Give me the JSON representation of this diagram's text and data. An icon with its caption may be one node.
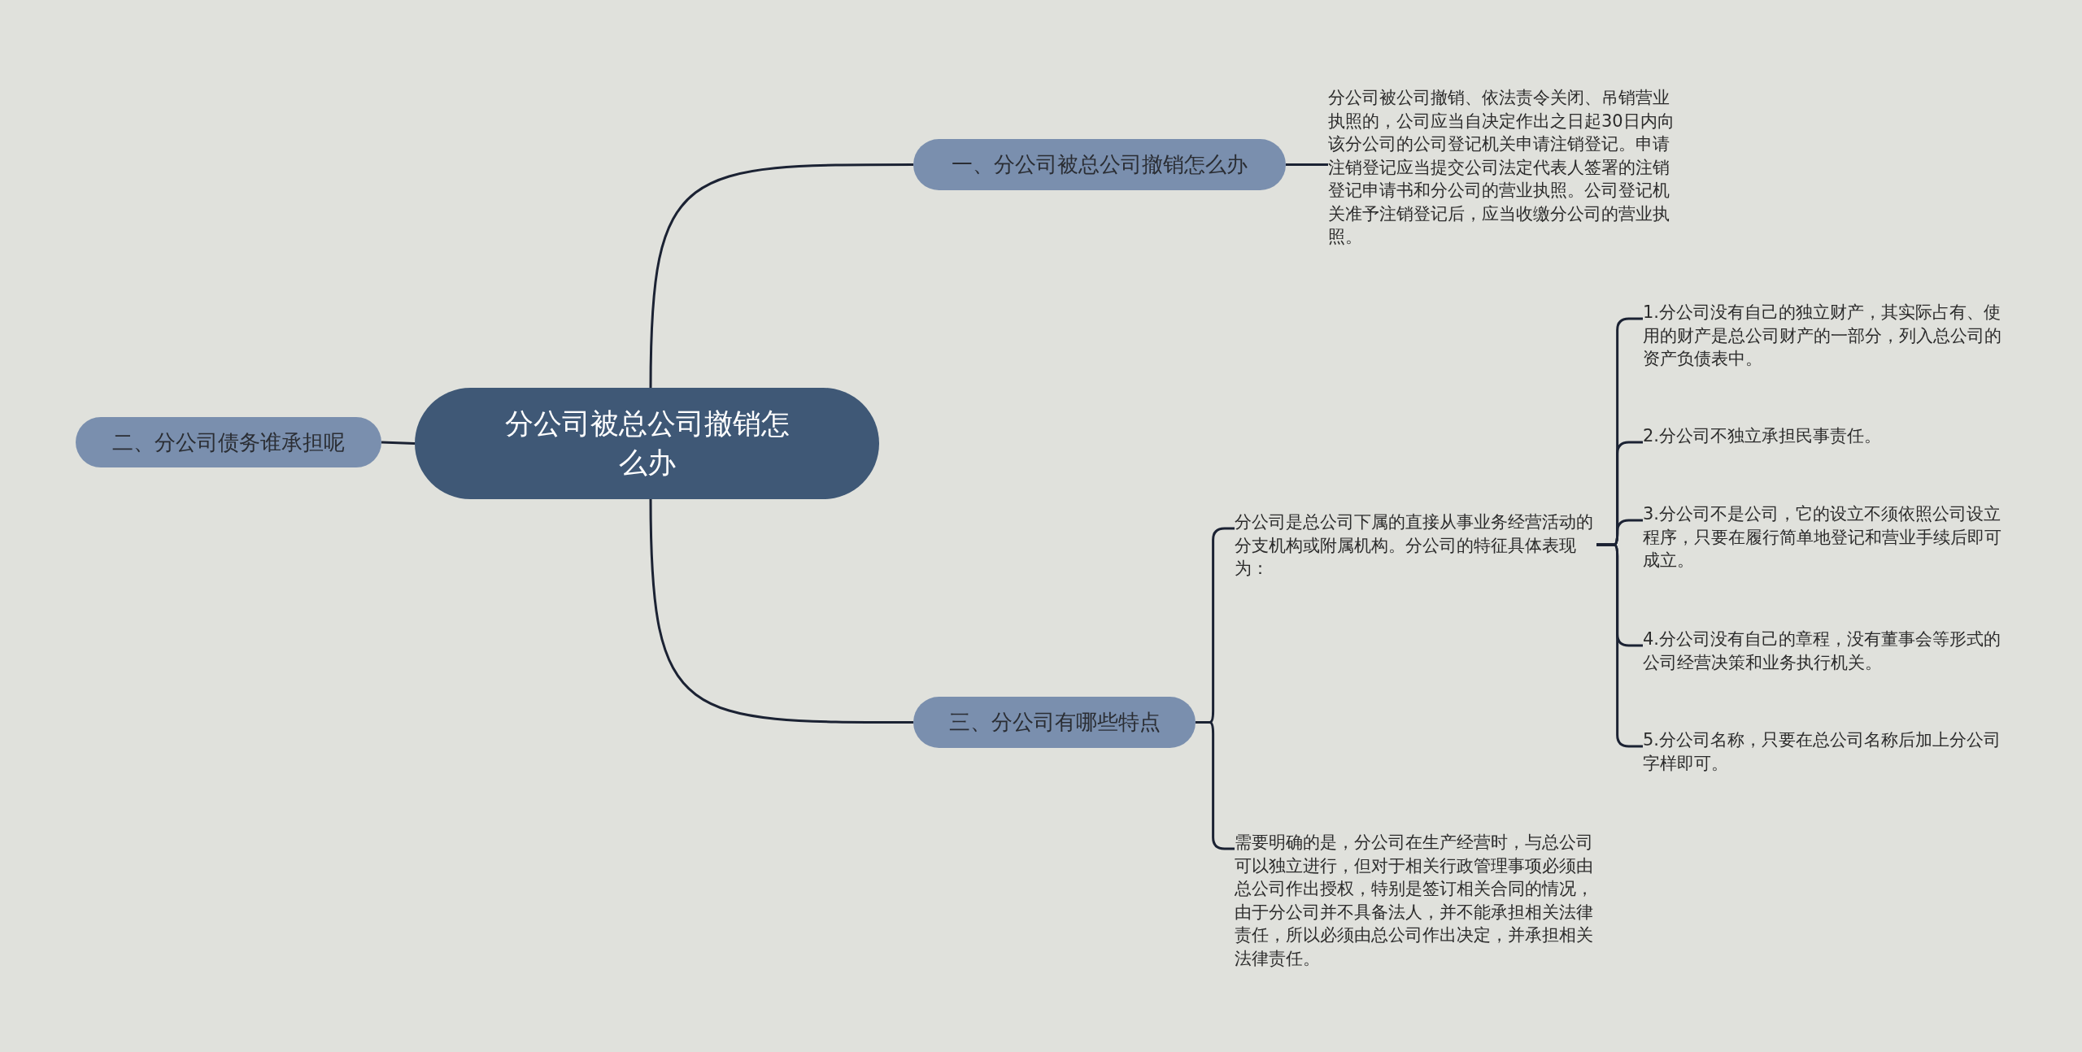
{
  "diagram": {
    "nodes": [
      {
        "text": [
          "分公司被总公司撤销怎么办"
        ]
      },
      {
        "text": [
          "一、分公司被总公司撤销怎么办"
        ]
      },
      {
        "text": [
          "分公司被公司撤销、依法责令关闭、吊销营业执照的，公司应当自决定作出之日起30日内向该分公司的公司登记机关申请注销登记。申请注销登记应当提交公司法定代表人签署的注销登记申请书和分公司的营业执照。公司登记机关准予注销登记后，应当收缴分公司的营业执照。"
        ]
      },
      {
        "text": [
          "二、分公司债务谁承担呢"
        ]
      },
      {
        "text": [
          "三、分公司有哪些特点"
        ]
      },
      {
        "text": [
          "分公司是总公司下属的直接从事业务经营活动的分支机构或附属机构。分公司的特征具体表现为："
        ]
      },
      {
        "text": [
          "1.分公司没有自己的独立财产，其实际占有、使用的财产是总公司财产的一部分，列入总公司的资产负债表中。"
        ]
      },
      {
        "text": [
          "2.分公司不独立承担民事责任。"
        ]
      },
      {
        "text": [
          "3.分公司不是公司，它的设立不须依照公司设立程序，只要在履行简单地登记和营业手续后即可成立。"
        ]
      },
      {
        "text": [
          "4.分公司没有自己的章程，没有董事会等形式的公司经营决策和业务执行机关。"
        ]
      },
      {
        "text": [
          "5.分公司名称，只要在总公司名称后加上分公司字样即可。"
        ]
      },
      {
        "text": [
          "需要明确的是，分公司在生产经营时，与总公司可以独立进行，但对于相关行政管理事项必须由总公司作出授权，特别是签订相关合同的情况，由于分公司并不具备法人，并不能承担相关法律责任，所以必须由总公司作出决定，并承担相关法律责任。"
        ]
      }
    ],
    "edges": [
      {
        "from": 0,
        "to": 1,
        "arrow": "none"
      },
      {
        "from": 1,
        "to": 2,
        "arrow": "none"
      },
      {
        "from": 0,
        "to": 3,
        "arrow": "none"
      },
      {
        "from": 0,
        "to": 4,
        "arrow": "none"
      },
      {
        "from": 4,
        "to": 5,
        "arrow": "none"
      },
      {
        "from": 5,
        "to": 6,
        "arrow": "none"
      },
      {
        "from": 5,
        "to": 7,
        "arrow": "none"
      },
      {
        "from": 5,
        "to": 8,
        "arrow": "none"
      },
      {
        "from": 5,
        "to": 9,
        "arrow": "none"
      },
      {
        "from": 5,
        "to": 10,
        "arrow": "none"
      },
      {
        "from": 4,
        "to": 11,
        "arrow": "none"
      }
    ]
  }
}
